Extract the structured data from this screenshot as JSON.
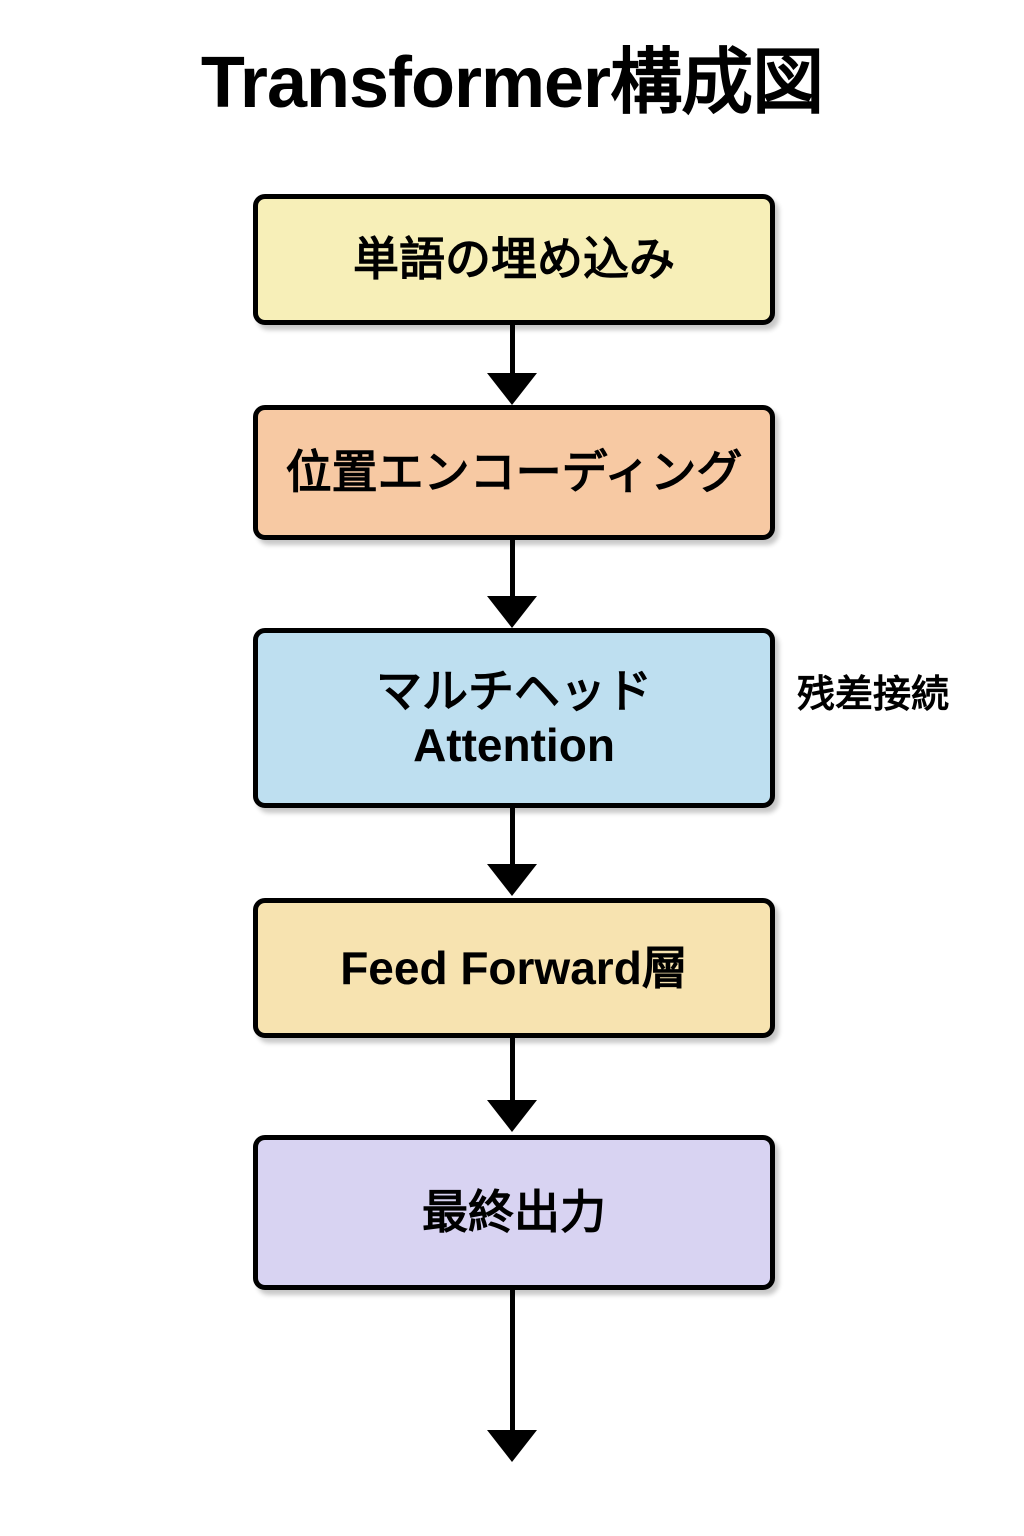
{
  "diagram": {
    "title": "Transformer構成図",
    "type": "flowchart",
    "orientation": "top-to-bottom",
    "background_color": "#FFFFFF",
    "border_color": "#000000",
    "text_color": "#000000",
    "nodes": [
      {
        "id": "word-embedding",
        "label": "単語の埋め込み",
        "fill_color": "#F7EFB8",
        "order": 1
      },
      {
        "id": "positional-encoding",
        "label": "位置エンコーディング",
        "fill_color": "#F7C9A3",
        "order": 2
      },
      {
        "id": "multi-head-attention",
        "label": "マルチヘッド\nAttention",
        "fill_color": "#BEDFF0",
        "order": 3
      },
      {
        "id": "feed-forward",
        "label": "Feed Forward層",
        "fill_color": "#F7E3B0",
        "order": 4
      },
      {
        "id": "final-output",
        "label": "最終出力",
        "fill_color": "#D8D3F2",
        "order": 5
      }
    ],
    "edges": [
      {
        "id": "edge-1",
        "from": "word-embedding",
        "to": "positional-encoding",
        "style": "arrow"
      },
      {
        "id": "edge-2",
        "from": "positional-encoding",
        "to": "multi-head-attention",
        "style": "arrow"
      },
      {
        "id": "edge-3",
        "from": "multi-head-attention",
        "to": "feed-forward",
        "style": "arrow"
      },
      {
        "id": "edge-4",
        "from": "feed-forward",
        "to": "final-output",
        "style": "arrow"
      },
      {
        "id": "edge-5",
        "from": "final-output",
        "to": "",
        "style": "arrow"
      }
    ],
    "annotations": [
      {
        "id": "residual-connection",
        "label": "残差接続",
        "attached_to": "multi-head-attention",
        "position": "right"
      }
    ]
  }
}
